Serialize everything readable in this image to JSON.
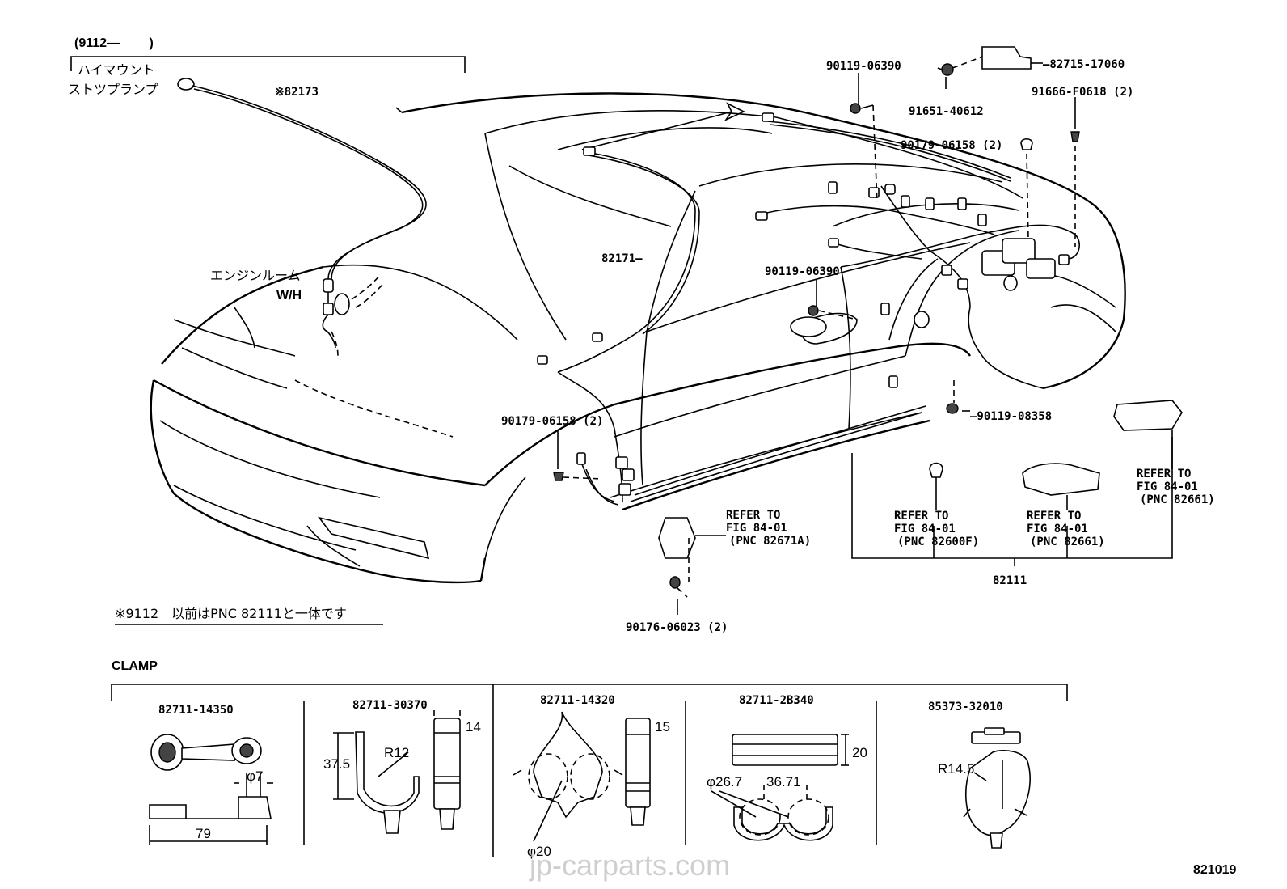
{
  "header": {
    "code": "(9112—　　 )",
    "high_mount_line1": "ハイマウント",
    "high_mount_line2": "ストツプランプ"
  },
  "notes": {
    "engine_room_line1": "エンジンルーム",
    "engine_room_line2": "W/H",
    "footnote": "※9112　以前はPNC 82111と一体です"
  },
  "callouts": [
    {
      "id": "c82173",
      "text": "※82173"
    },
    {
      "id": "c82171",
      "text": "82171—"
    },
    {
      "id": "c9011906390a",
      "text": "90119-06390"
    },
    {
      "id": "c9011906390b",
      "text": "90119-06390"
    },
    {
      "id": "c9165140612",
      "text": "91651-40612"
    },
    {
      "id": "c8271517060",
      "text": "—82715-17060"
    },
    {
      "id": "c91666F0618",
      "text": "91666-F0618 (2)"
    },
    {
      "id": "c9017906158a",
      "text": "90179-06158 (2)"
    },
    {
      "id": "c9017906158b",
      "text": "90179-06158 (2)"
    },
    {
      "id": "c9011908358",
      "text": "—90119-08358"
    },
    {
      "id": "c9017606023",
      "text": "90176-06023 (2)"
    },
    {
      "id": "c82111",
      "text": "82111"
    }
  ],
  "refer_blocks": [
    {
      "id": "r1",
      "lines": [
        "REFER TO",
        "FIG 84-01",
        "(PNC 82671A)"
      ]
    },
    {
      "id": "r2",
      "lines": [
        "REFER TO",
        "FIG 84-01",
        "(PNC 82600F)"
      ]
    },
    {
      "id": "r3",
      "lines": [
        "REFER TO",
        "FIG 84-01",
        "(PNC 82661)"
      ]
    },
    {
      "id": "r4",
      "lines": [
        "REFER TO",
        "FIG 84-01",
        "(PNC 82661)"
      ]
    }
  ],
  "clamp": {
    "title": "CLAMP",
    "parts": [
      {
        "part_no": "82711-14350",
        "dims": [
          "φ7",
          "79"
        ]
      },
      {
        "part_no": "82711-30370",
        "dims": [
          "37.5",
          "R12",
          "14"
        ]
      },
      {
        "part_no": "82711-14320",
        "dims": [
          "15",
          "φ20"
        ]
      },
      {
        "part_no": "82711-2B340",
        "dims": [
          "20",
          "φ26.7",
          "36.71"
        ]
      },
      {
        "part_no": "85373-32010",
        "dims": [
          "R14.5"
        ]
      }
    ]
  },
  "figure_number": "821019",
  "watermark": "jp-carparts.com"
}
